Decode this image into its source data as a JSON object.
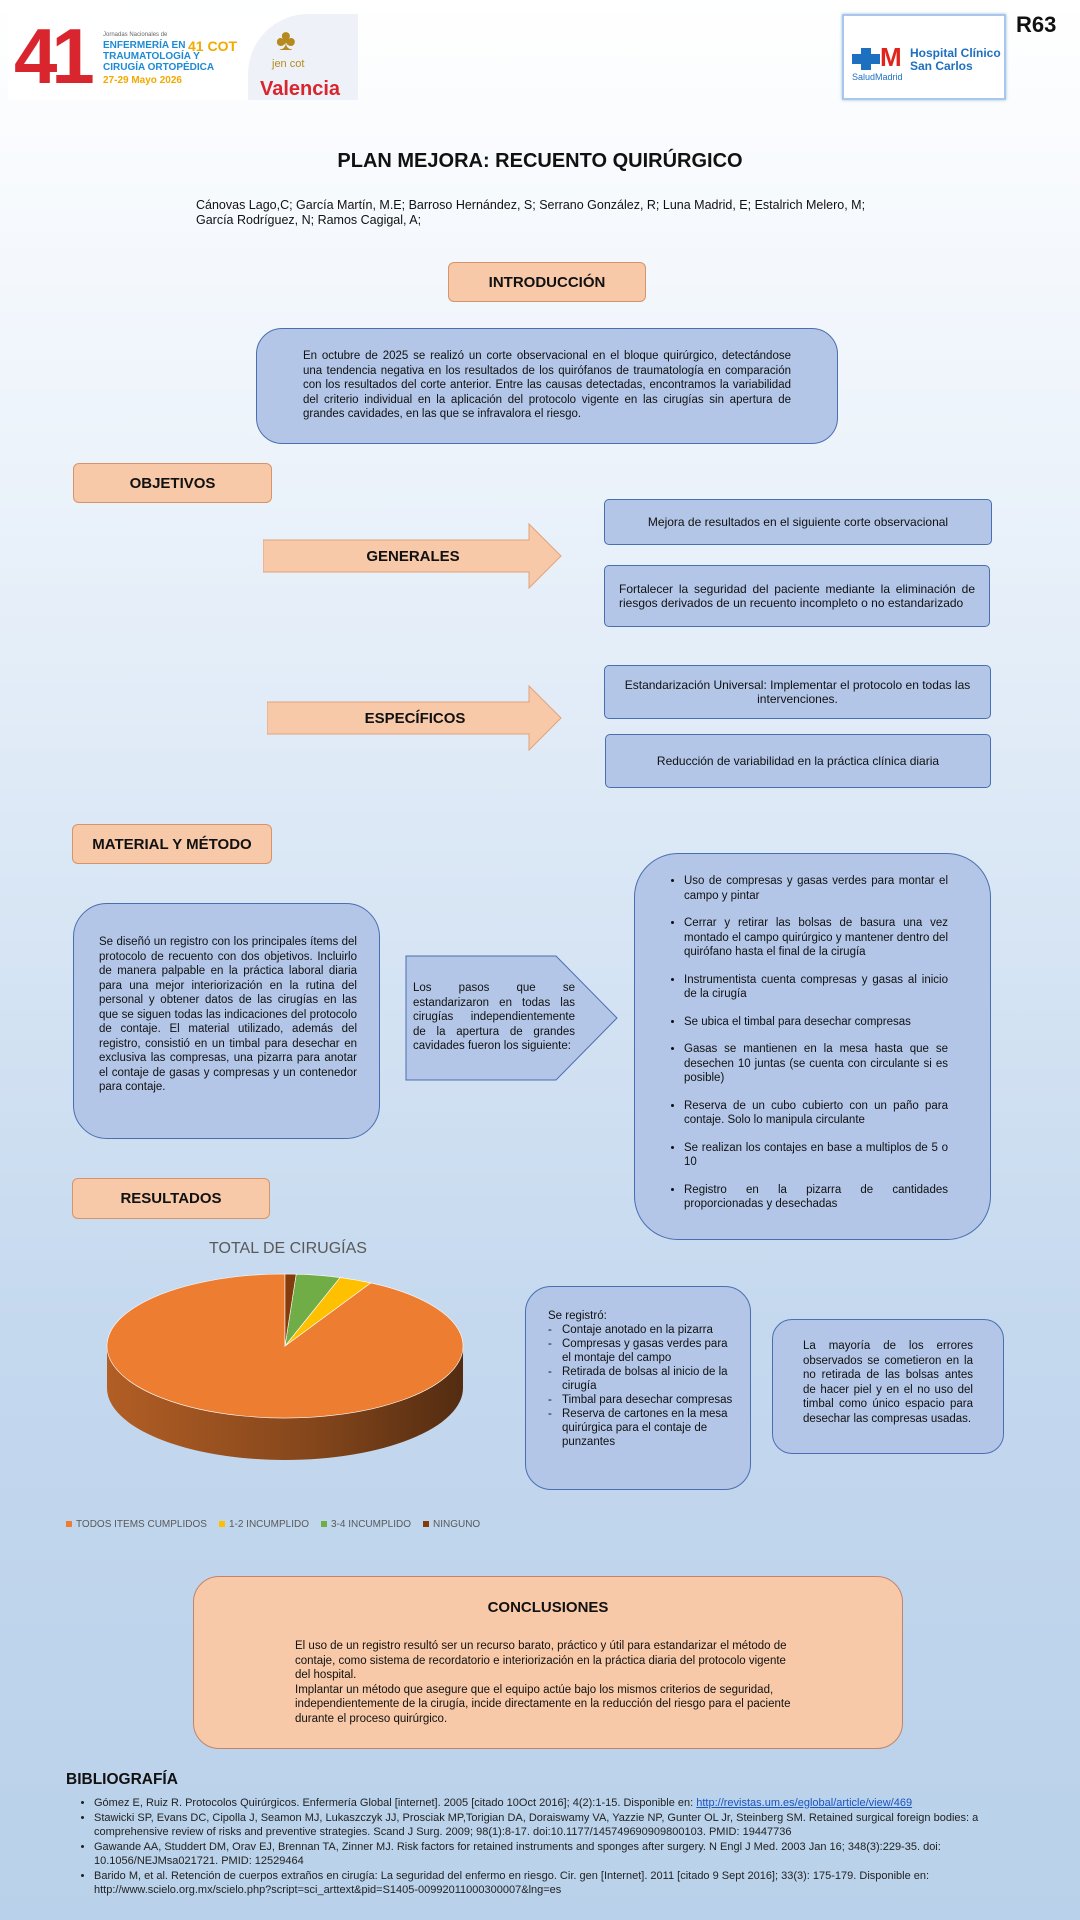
{
  "header": {
    "congress": {
      "number": "41",
      "small": "Jornadas Nacionales de",
      "lines": [
        "ENFERMERÍA EN",
        "TRAUMATOLOGÍA Y",
        "CIRUGÍA ORTOPÉDICA"
      ],
      "date": "27-29 Mayo 2026",
      "cot": "41 COT",
      "jen": "jen cot",
      "city": "Valencia"
    },
    "hospital": {
      "m": "M",
      "name1": "Hospital Clínico",
      "name2": "San Carlos",
      "salud": "SaludMadrid"
    },
    "poster_id": "R63"
  },
  "title": "PLAN MEJORA: RECUENTO QUIRÚRGICO",
  "authors": "Cánovas Lago,C; García Martín, M.E; Barroso Hernández, S; Serrano González, R; Luna Madrid, E; Estalrich Melero, M; García Rodríguez, N; Ramos Cagigal, A;",
  "intro": {
    "heading": "INTRODUCCIÓN",
    "text": "En octubre de 2025 se realizó un corte observacional en el bloque quirúrgico, detectándose una tendencia negativa en los resultados de los quirófanos de traumatología en comparación con los resultados del corte anterior. Entre las causas detectadas, encontramos la variabilidad del criterio individual en la aplicación del protocolo vigente en las cirugías sin apertura de grandes cavidades, en las que se infravalora el riesgo."
  },
  "objetivos": {
    "heading": "OBJETIVOS",
    "generales_label": "GENERALES",
    "especificos_label": "ESPECÍFICOS",
    "generales": [
      "Mejora de resultados en el siguiente corte observacional",
      "Fortalecer la seguridad del paciente mediante la eliminación de riesgos derivados de un recuento incompleto o no estandarizado"
    ],
    "especificos": [
      "Estandarización Universal: Implementar el protocolo en todas las intervenciones.",
      "Reducción de variabilidad en la práctica clínica diaria"
    ]
  },
  "material": {
    "heading": "MATERIAL Y MÉTODO",
    "left_text": "Se diseñó un registro con los principales ítems del protocolo de recuento con dos objetivos. Incluirlo de manera palpable en la práctica laboral diaria para una mejor interiorización en la rutina del personal y obtener datos de las cirugías en las que se siguen todas las indicaciones del protocolo de contaje. El material utilizado, además del registro, consistió en un timbal para desechar en exclusiva las compresas, una pizarra para anotar el contaje de gasas y compresas y un contenedor para contaje.",
    "arrow_text": "Los pasos que se estandarizaron en todas las cirugías independientemente de la apertura de grandes cavidades fueron los siguiente:",
    "steps": [
      "Uso de compresas y gasas verdes para montar el campo y pintar",
      "Cerrar y retirar las bolsas de basura una vez montado el campo quirúrgico y mantener dentro del quirófano hasta el final de la cirugía",
      "Instrumentista cuenta compresas y gasas al inicio de la cirugía",
      "Se ubica el timbal para desechar compresas",
      "Gasas se mantienen en la mesa hasta que se desechen 10 juntas (se cuenta con circulante si es posible)",
      "Reserva de un cubo cubierto con un paño para contaje. Solo lo manipula circulante",
      "Se realizan los contajes en base a multiplos de 5 o 10",
      "Registro en la pizarra de cantidades proporcionadas y desechadas"
    ]
  },
  "resultados": {
    "heading": "RESULTADOS",
    "registro_title": "Se registró:",
    "registro_items": [
      "Contaje anotado en la pizarra",
      "Compresas y gasas verdes para el montaje del campo",
      "Retirada de bolsas al inicio de la cirugía",
      "Timbal para desechar compresas",
      "Reserva de cartones en la mesa quirúrgica para el contaje de punzantes"
    ],
    "errores_text": "La mayoría de los errores observados se cometieron en la no retirada de las bolsas antes de hacer piel y en el no uso del timbal como único espacio para desechar las compresas usadas."
  },
  "chart_data": {
    "type": "pie",
    "title": "TOTAL DE CIRUGÍAS",
    "categories": [
      "TODOS ITEMS CUMPLIDOS",
      "1-2 INCUMPLIDO",
      "3-4 INCUMPLIDO",
      "NINGUNO"
    ],
    "values": [
      92,
      3,
      4,
      1
    ],
    "colors": [
      "#ED7D31",
      "#FFC000",
      "#70AD47",
      "#843C0C"
    ],
    "legend": "bottom",
    "style": "3d"
  },
  "conclusiones": {
    "heading": "CONCLUSIONES",
    "p1": "El uso de un registro resultó ser un recurso barato, práctico y útil para estandarizar el método de contaje, como sistema de recordatorio e interiorización en la práctica diaria del protocolo vigente del hospital.",
    "p2": "Implantar un método que asegure que el equipo actúe bajo los mismos criterios de seguridad, independientemente de la cirugía, incide directamente en la reducción del riesgo para el paciente durante el proceso quirúrgico."
  },
  "bibliografia": {
    "heading": "BIBLIOGRAFÍA",
    "refs": [
      {
        "text": "Gómez E, Ruiz R. Protocolos Quirúrgicos. Enfermería Global [internet]. 2005 [citado 10Oct 2016]; 4(2):1-15. Disponible en: ",
        "link": "http://revistas.um.es/eglobal/article/view/469"
      },
      {
        "text": "Stawicki SP, Evans DC, Cipolla J, Seamon MJ, Lukaszczyk JJ, Prosciak MP,Torigian DA, Doraiswamy VA, Yazzie NP, Gunter OL Jr, Steinberg SM. Retained surgical foreign bodies: a comprehensive review of risks and preventive strategies. Scand J Surg. 2009; 98(1):8-17. doi:10.1177/145749690909800103. PMID: 19447736",
        "link": ""
      },
      {
        "text": "Gawande AA, Studdert DM, Orav EJ, Brennan TA, Zinner MJ. Risk factors for retained instruments and sponges after surgery. N Engl J Med. 2003 Jan 16; 348(3):229-35. doi: 10.1056/NEJMsa021721. PMID: 12529464",
        "link": ""
      },
      {
        "text": "Barido M, et al. Retención de cuerpos extraños en cirugía: La seguridad del enfermo en riesgo. Cir. gen [Internet]. 2011 [citado 9 Sept 2016]; 33(3): 175-179. Disponible en: http://www.scielo.org.mx/scielo.php?script=sci_arttext&pid=S1405-00992011000300007&lng=es",
        "link": ""
      }
    ]
  }
}
